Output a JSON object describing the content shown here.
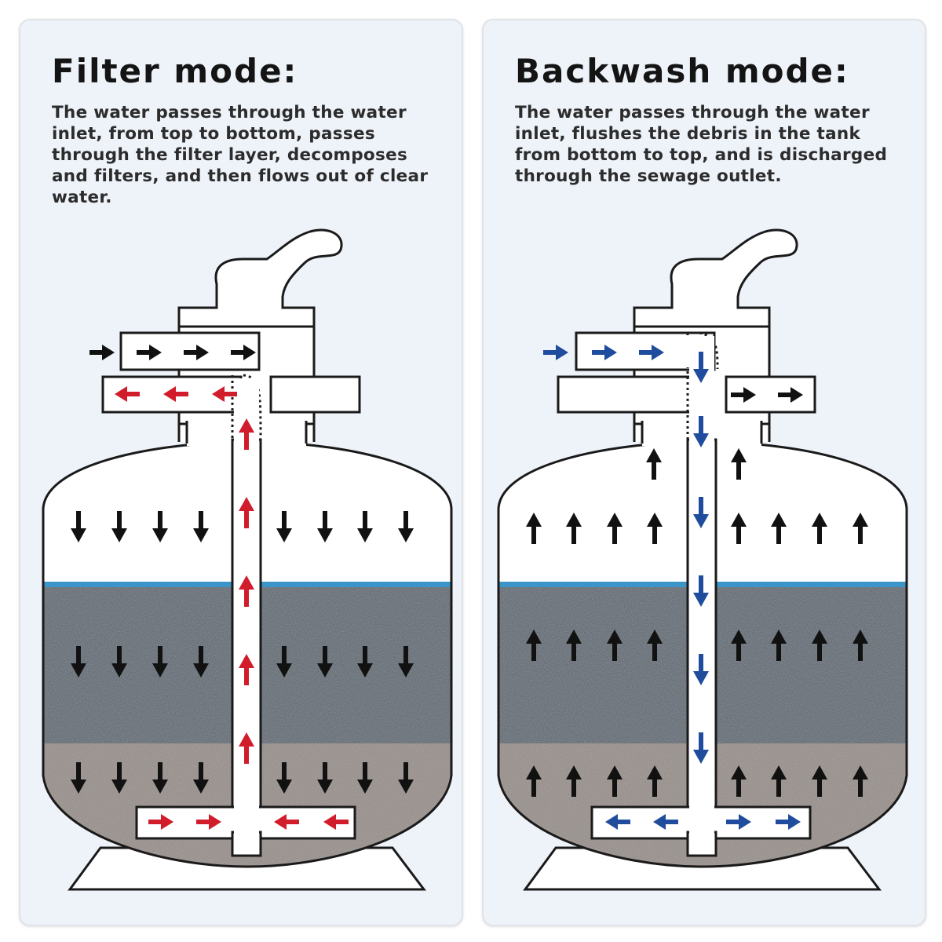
{
  "colors": {
    "background": "#eef2f9",
    "filter_flow": "#d01c2b",
    "backwash_flow": "#1f4c9c",
    "arrow_black": "#111111",
    "water_line": "#3b95c8",
    "sand_layer": "#59646f",
    "gravel_layer": "#958c87"
  },
  "filter_mode": {
    "title": "Filter mode:",
    "description": "The water passes through the water inlet, from top to bottom, passes through the filter layer, decomposes and filters, and then flows out of clear water."
  },
  "backwash_mode": {
    "title": "Backwash mode:",
    "description": "The water passes through the water inlet, flushes the debris in the tank from bottom to top, and is discharged through the sewage outlet."
  },
  "icons": [
    "arrow-right-icon",
    "arrow-left-icon",
    "arrow-up-icon",
    "arrow-down-icon"
  ]
}
